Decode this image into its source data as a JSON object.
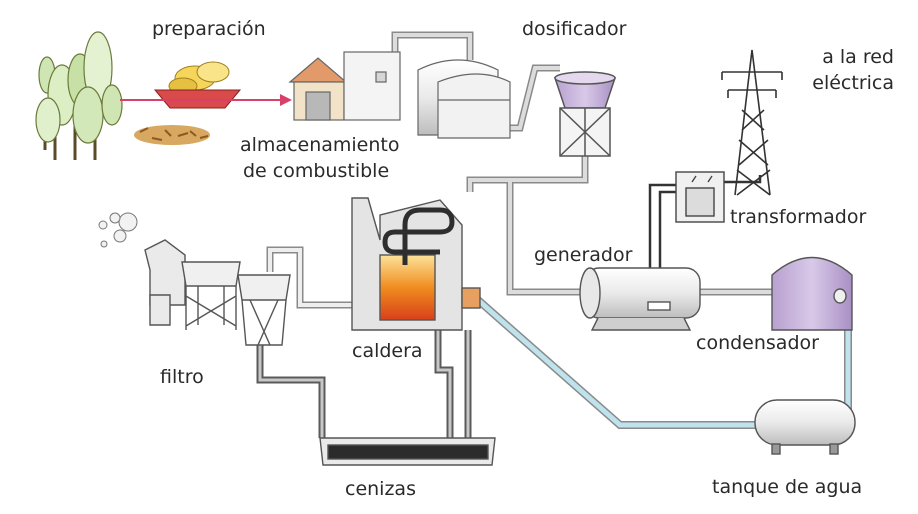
{
  "labels": {
    "preparacion": "preparación",
    "almacenamiento_line1": "almacenamiento",
    "almacenamiento_line2": "de combustible",
    "dosificador": "dosificador",
    "red_line1": "a la red",
    "red_line2": "eléctrica",
    "transformador": "transformador",
    "generador": "generador",
    "condensador": "condensador",
    "filtro": "filtro",
    "caldera": "caldera",
    "cenizas": "cenizas",
    "tanque": "tanque de agua"
  },
  "colors": {
    "pipe_gray": "#8a8a8a",
    "pipe_dark": "#3a3a3a",
    "pipe_blue": "#bfe3ec",
    "equipment_fill": "#eeeeee",
    "purple": "#c9b4dc",
    "fire": "#f08c1e",
    "arrow": "#d8406a"
  },
  "icons": [
    "trees-icon",
    "fuel-bowl-icon",
    "wood-chips-icon",
    "warehouse-icon",
    "silo-icon",
    "hopper-icon",
    "power-tower-icon",
    "transformer-icon",
    "generator-icon",
    "condenser-icon",
    "water-tank-icon",
    "boiler-icon",
    "filter-icon",
    "ash-pit-icon",
    "smoke-icon"
  ]
}
